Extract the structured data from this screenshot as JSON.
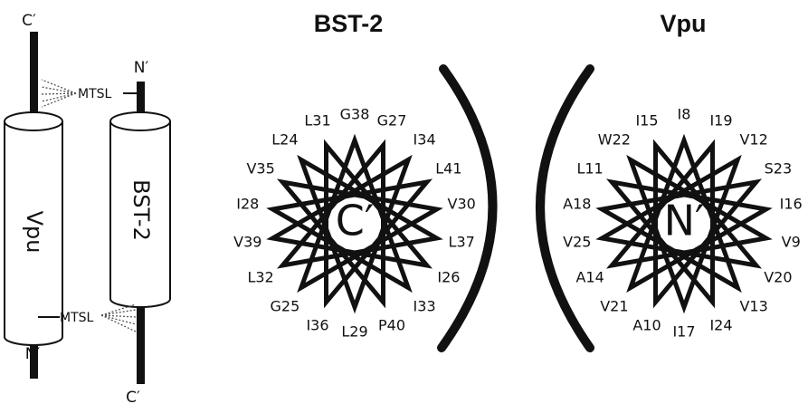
{
  "schematic": {
    "vpu_label": "Vpu",
    "bst2_label": "BST-2",
    "mtsl_label": "MTSL",
    "vpu_top_terminal": "C′",
    "vpu_bottom_terminal": "N′",
    "bst2_top_terminal": "N′",
    "bst2_bottom_terminal": "C′"
  },
  "wheels": [
    {
      "title": "BST-2",
      "center_label": "C′",
      "residues": [
        "G38",
        "G27",
        "I34",
        "L41",
        "V30",
        "L37",
        "I26",
        "I33",
        "P40",
        "L29",
        "I36",
        "G25",
        "L32",
        "V39",
        "I28",
        "V35",
        "L24",
        "L31"
      ]
    },
    {
      "title": "Vpu",
      "center_label": "N′",
      "residues": [
        "I8",
        "I19",
        "V12",
        "S23",
        "I16",
        "V9",
        "V20",
        "V13",
        "I24",
        "I17",
        "A10",
        "V21",
        "A14",
        "V25",
        "A18",
        "L11",
        "W22",
        "I15"
      ]
    }
  ]
}
